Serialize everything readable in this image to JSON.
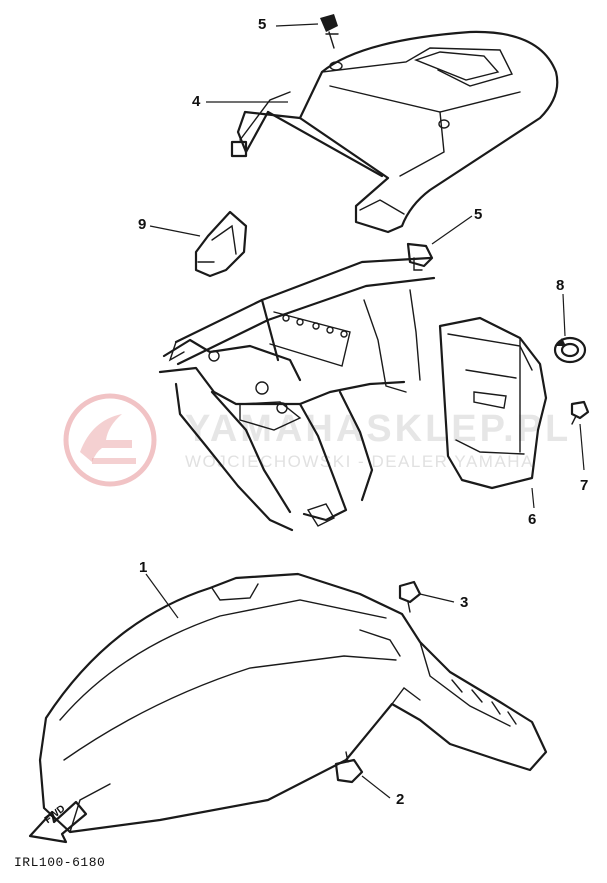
{
  "callouts": {
    "p1": "1",
    "p2": "2",
    "p3": "3",
    "p4": "4",
    "p5a": "5",
    "p5b": "5",
    "p6": "6",
    "p7": "7",
    "p8": "8",
    "p9": "9"
  },
  "drawing_code": "IRL100-6180",
  "fwd_label": "FWD",
  "watermark": {
    "brand": "YAMAHASKLEP.PL",
    "subtitle": "WOJCIECHOWSKI - DEALER YAMAHA",
    "logo_color": "#e8a0a4"
  }
}
